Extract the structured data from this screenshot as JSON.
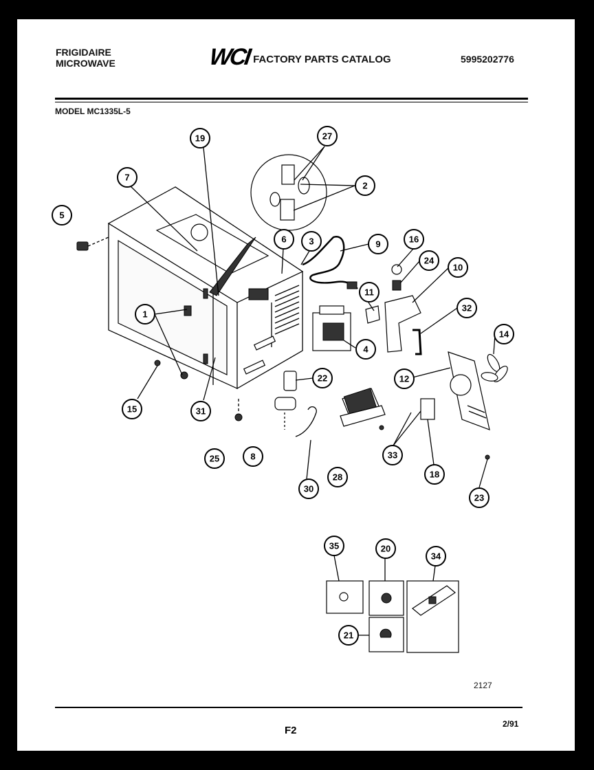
{
  "header": {
    "brand_line1": "FRIGIDAIRE",
    "brand_line2": "MICROWAVE",
    "logo_text": "WCI",
    "catalog_title": "FACTORY PARTS CATALOG",
    "part_number": "5995202776",
    "model": "MODEL MC1335L-5"
  },
  "callouts": {
    "c19": "19",
    "c27": "27",
    "c7": "7",
    "c2": "2",
    "c5": "5",
    "c6": "6",
    "c3": "3",
    "c9": "9",
    "c16": "16",
    "c24": "24",
    "c10": "10",
    "c11": "11",
    "c32": "32",
    "c1": "1",
    "c4": "4",
    "c14": "14",
    "c22": "22",
    "c12": "12",
    "c15": "15",
    "c31": "31",
    "c25": "25",
    "c8": "8",
    "c28": "28",
    "c33": "33",
    "c18": "18",
    "c30": "30",
    "c23": "23",
    "c35": "35",
    "c20": "20",
    "c34": "34",
    "c21": "21"
  },
  "footer": {
    "figure_number": "2127",
    "page_code": "F2",
    "date": "2/91"
  }
}
